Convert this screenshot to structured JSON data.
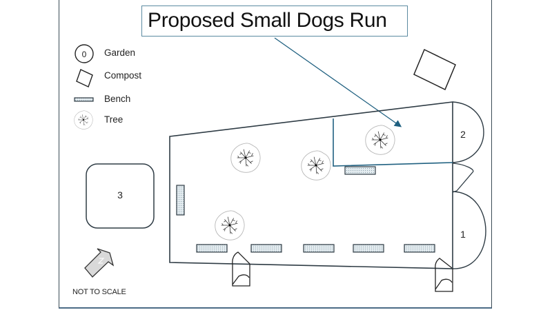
{
  "title": "Proposed Small Dogs Run",
  "legend": [
    {
      "key": "garden",
      "label": "Garden",
      "symbol_text": "0"
    },
    {
      "key": "compost",
      "label": "Compost"
    },
    {
      "key": "bench",
      "label": "Bench"
    },
    {
      "key": "tree",
      "label": "Tree"
    }
  ],
  "areas": {
    "area_1": "1",
    "area_2": "2",
    "area_3": "3"
  },
  "north_arrow": {
    "letter": "N"
  },
  "scale_note": "NOT TO SCALE",
  "colors": {
    "outline": "#2e3b44",
    "callout": "#1f6080",
    "bench_fill": "#d7e2e8",
    "tree_outline": "#b5b5b5"
  }
}
